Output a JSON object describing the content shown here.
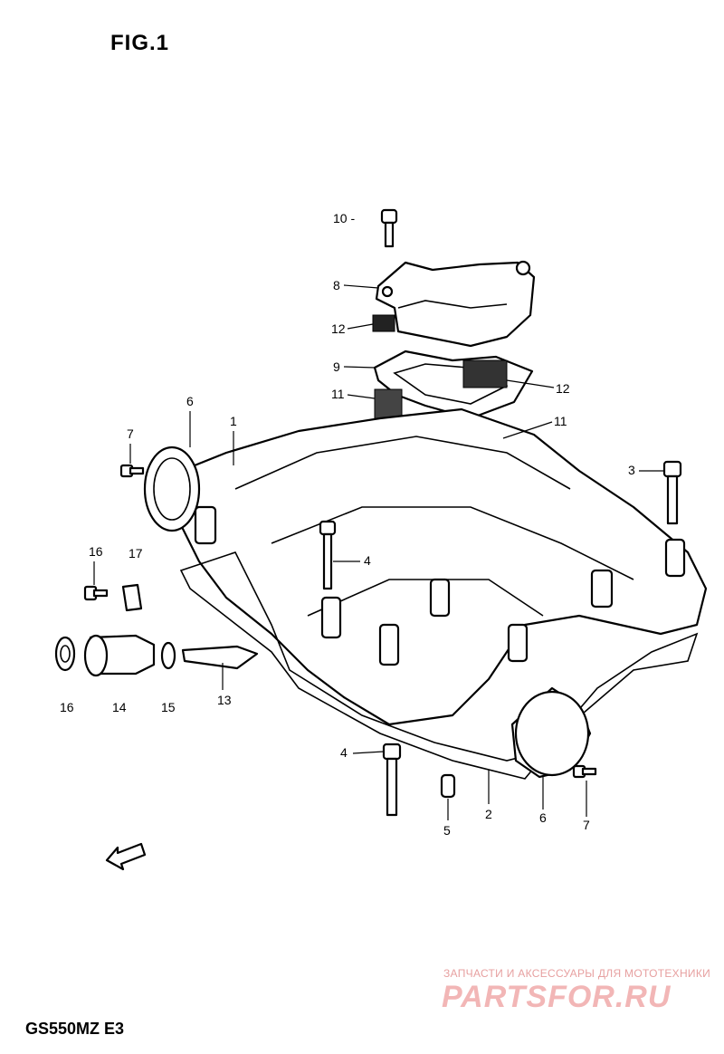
{
  "figure": {
    "title": "FIG.1"
  },
  "model": {
    "code": "GS550MZ  E3"
  },
  "watermark": {
    "tagline": "ЗАПЧАСТИ И АКСЕССУАРЫ ДЛЯ МОТОТЕХНИКИ",
    "brand": "PARTSFOR.RU"
  },
  "callouts": {
    "c10": "10 -",
    "c8": "8",
    "c12a": "12",
    "c9": "9",
    "c12b": "12",
    "c11a": "11",
    "c11b": "11",
    "c6a": "6",
    "c1": "1",
    "c7a": "7",
    "c3": "3",
    "c4a": "4",
    "c16a": "16",
    "c17": "17",
    "c16b": "16",
    "c14": "14",
    "c15": "15",
    "c13": "13",
    "c4b": "4",
    "c5": "5",
    "c2": "2",
    "c6b": "6",
    "c7b": "7"
  }
}
